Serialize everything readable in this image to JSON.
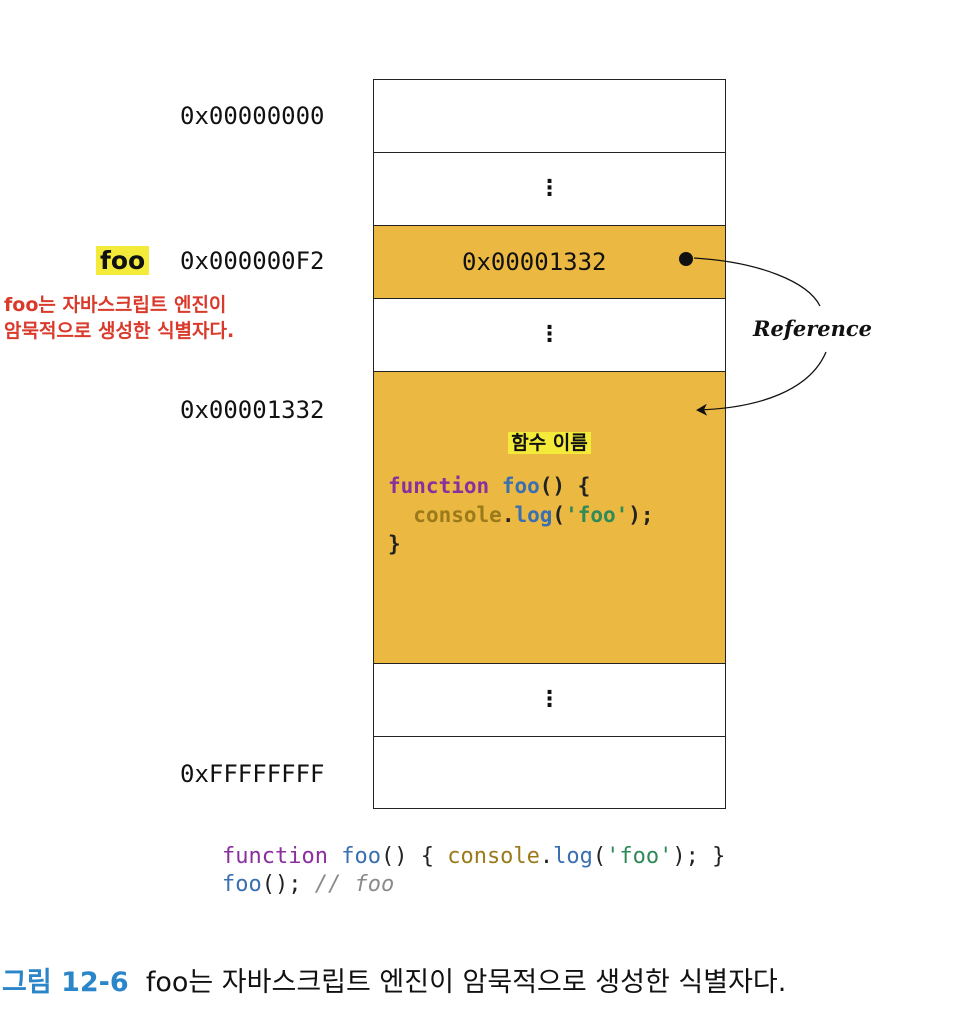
{
  "addresses": {
    "top": "0x00000000",
    "foo": "0x000000F2",
    "function": "0x00001332",
    "bottom": "0xFFFFFFFF"
  },
  "identifier": "foo",
  "note": {
    "line1": "foo는 자바스크립트 엔진이",
    "line2": "암묵적으로 생성한 식별자다."
  },
  "memory": {
    "dots": "⋮",
    "foo_value": "0x00001332",
    "function_name_label": "함수 이름"
  },
  "code_in_memory": {
    "line1": {
      "kw": "function",
      "name": "foo",
      "rest": "() {"
    },
    "line2": {
      "indent": "  ",
      "obj": "console",
      "dot": ".",
      "method": "log",
      "open": "(",
      "str": "'foo'",
      "close": ");"
    },
    "line3": "}"
  },
  "reference_label": "Reference",
  "code_below": {
    "line1": {
      "kw": "function",
      "name": "foo",
      "p1": "() { ",
      "obj": "console",
      "dot": ".",
      "method": "log",
      "open": "(",
      "str": "'foo'",
      "close": "); }"
    },
    "line2": {
      "call": "foo",
      "rest": "(); ",
      "comment": "// foo"
    }
  },
  "caption": {
    "number": "그림 12-6",
    "text": "foo는 자바스크립트 엔진이 암묵적으로 생성한 식별자다."
  },
  "colors": {
    "memory_fill": "#ebb942",
    "highlight": "#f3ea3a",
    "note_red": "#d93a2b",
    "caption_blue": "#2b86c9"
  }
}
